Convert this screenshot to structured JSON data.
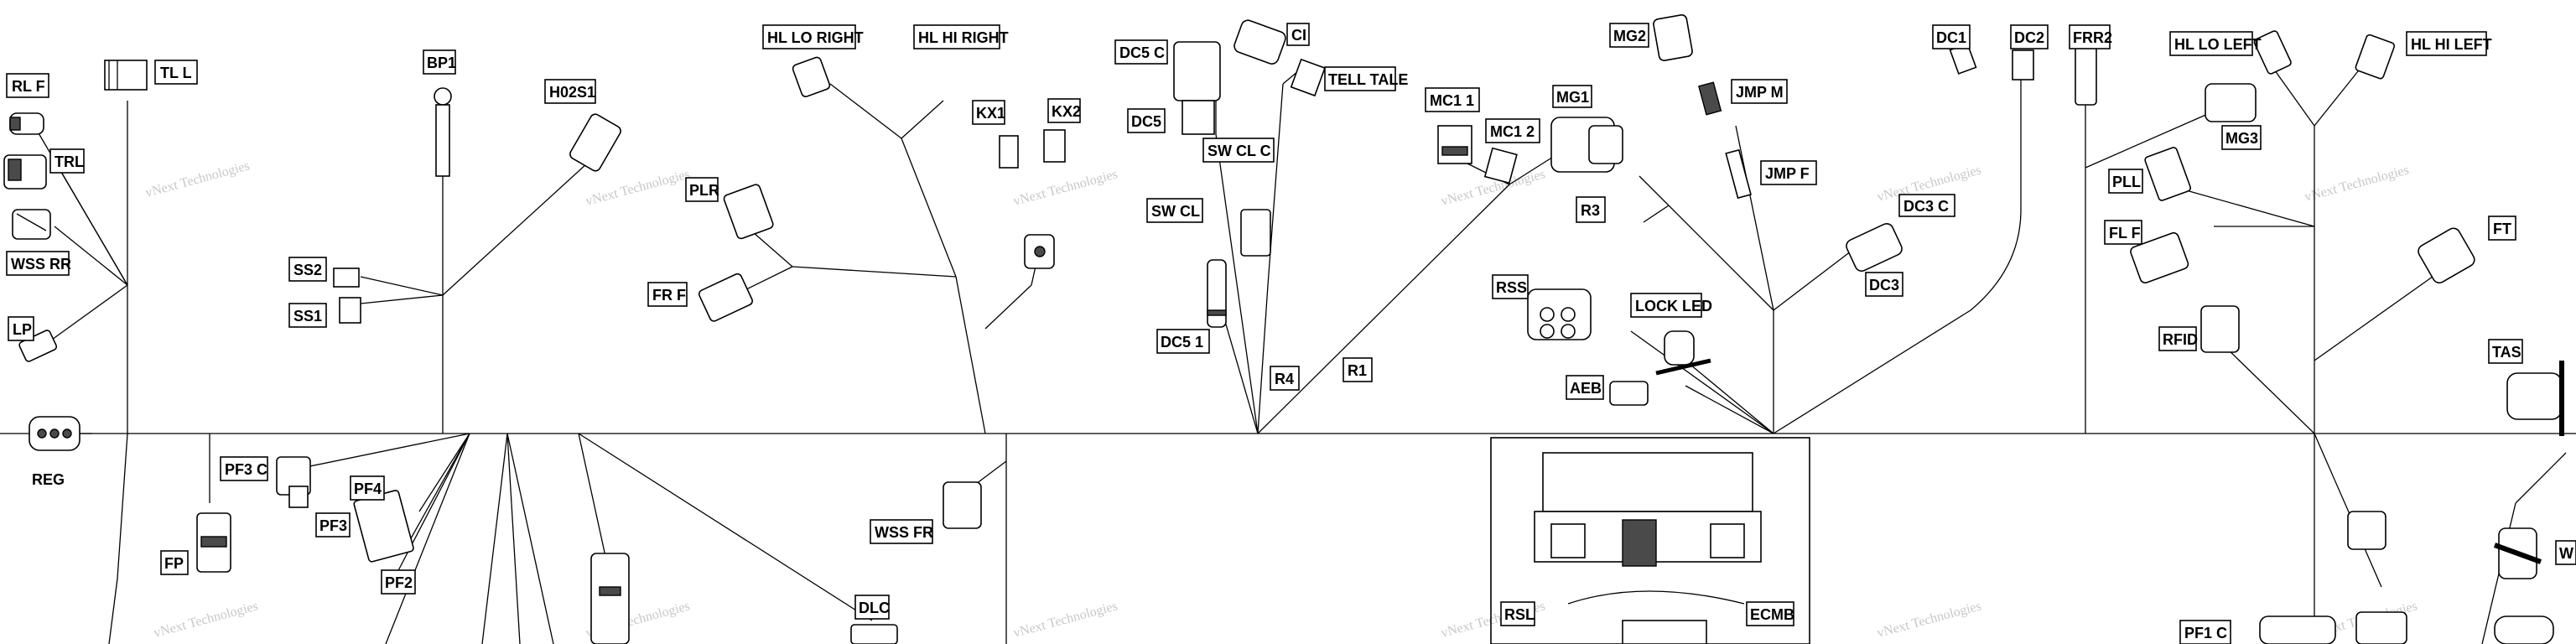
{
  "watermark": {
    "small": "vNext Technologies",
    "large": "Technologies",
    "mid": "vNext"
  },
  "labels": {
    "RL_F": "RL F",
    "TL_L": "TL L",
    "TRL": "TRL",
    "WSS_RR": "WSS RR",
    "LP": "LP",
    "REG": "REG",
    "BP1": "BP1",
    "SS2": "SS2",
    "SS1": "SS1",
    "H02S1": "H02S1",
    "HL_LO_RIGHT": "HL LO RIGHT",
    "HL_HI_RIGHT": "HL HI RIGHT",
    "PLR": "PLR",
    "FR_F": "FR F",
    "KX1": "KX1",
    "KX2": "KX2",
    "DC5_C": "DC5 C",
    "CI": "CI",
    "TELL_TALE": "TELL TALE",
    "DC5": "DC5",
    "SW_CL_C": "SW CL C",
    "SW_CL": "SW CL",
    "DC5_1": "DC5 1",
    "R4": "R4",
    "R1": "R1",
    "MC1_1": "MC1 1",
    "MC1_2": "MC1 2",
    "MG1": "MG1",
    "MG2": "MG2",
    "JMP_M": "JMP M",
    "JMP_F": "JMP F",
    "R3": "R3",
    "RSS": "RSS",
    "LOCK_LED": "LOCK LED",
    "AEB": "AEB",
    "DC1": "DC1",
    "DC2": "DC2",
    "DC3_C": "DC3 C",
    "DC3": "DC3",
    "FRR2": "FRR2",
    "HL_LO_LEFT": "HL LO LEFT",
    "HL_HI_LEFT": "HL HI LEFT",
    "MG3": "MG3",
    "PLL": "PLL",
    "FL_F": "FL F",
    "FT": "FT",
    "RFID": "RFID",
    "TAS": "TAS",
    "W": "W",
    "PF3_C": "PF3 C",
    "PF4": "PF4",
    "PF3": "PF3",
    "PF2": "PF2",
    "FP": "FP",
    "WSS_FR": "WSS FR",
    "DLC": "DLC",
    "ECMB": "ECMB",
    "RSL": "RSL",
    "PF1_C": "PF1 C"
  }
}
